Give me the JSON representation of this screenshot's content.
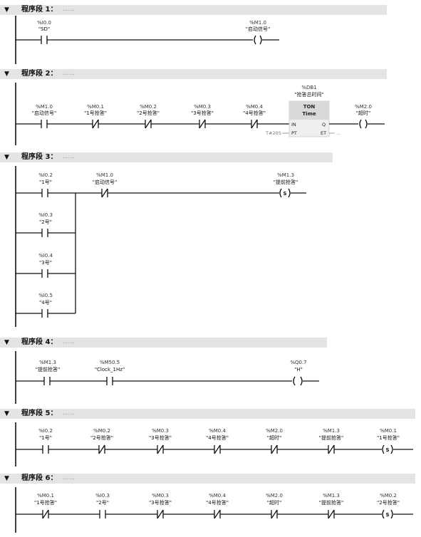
{
  "ui": {
    "collapse_icon": "triangle-down-icon",
    "colors": {
      "header_bg": "#e4e4e4",
      "ton_box_bg": "#d9d9d9",
      "wire": "#111111"
    }
  },
  "networks": [
    {
      "title": "程序段 1：",
      "comment": "......",
      "c1_addr": "%I0.0",
      "c1_name": "\"SD\"",
      "coil_addr": "%M1.0",
      "coil_name": "\"启动信号\""
    },
    {
      "title": "程序段 2：",
      "comment": "......",
      "c1_addr": "%M1.0",
      "c1_name": "\"启动信号\"",
      "c2_addr": "%M0.1",
      "c2_name": "\"1号抢答\"",
      "c3_addr": "%M0.2",
      "c3_name": "\"2号抢答\"",
      "c4_addr": "%M0.3",
      "c4_name": "\"3号抢答\"",
      "c5_addr": "%M0.4",
      "c5_name": "\"4号抢答\"",
      "timer_db": "%DB1",
      "timer_name": "\"抢答总时间\"",
      "timer_type": "TON",
      "timer_sub": "Time",
      "pin_in": "IN",
      "pin_q": "Q",
      "pin_pt": "PT",
      "pin_et": "ET",
      "pt_value": "T#20S",
      "et_value": "...",
      "coil_addr": "%M2.0",
      "coil_name": "\"超时\""
    },
    {
      "title": "程序段 3：",
      "comment": "......",
      "c1_addr": "%I0.2",
      "c1_name": "\"1号\"",
      "c2_addr": "%I0.3",
      "c2_name": "\"2号\"",
      "c3_addr": "%I0.4",
      "c3_name": "\"3号\"",
      "c4_addr": "%I0.5",
      "c4_name": "\"4号\"",
      "c5_addr": "%M1.0",
      "c5_name": "\"启动信号\"",
      "coil_addr": "%M1.3",
      "coil_name": "\"提前抢答\"",
      "coil_mark": "S"
    },
    {
      "title": "程序段 4：",
      "comment": "......",
      "c1_addr": "%M1.3",
      "c1_name": "\"提前抢答\"",
      "c2_addr": "%M50.5",
      "c2_name": "\"Clock_1Hz\"",
      "coil_addr": "%Q0.7",
      "coil_name": "\"H\""
    },
    {
      "title": "程序段 5：",
      "comment": "......",
      "c1_addr": "%I0.2",
      "c1_name": "\"1号\"",
      "c2_addr": "%M0.2",
      "c2_name": "\"2号抢答\"",
      "c3_addr": "%M0.3",
      "c3_name": "\"3号抢答\"",
      "c4_addr": "%M0.4",
      "c4_name": "\"4号抢答\"",
      "c5_addr": "%M2.0",
      "c5_name": "\"超时\"",
      "c6_addr": "%M1.3",
      "c6_name": "\"提前抢答\"",
      "coil_addr": "%M0.1",
      "coil_name": "\"1号抢答\"",
      "coil_mark": "S"
    },
    {
      "title": "程序段 6：",
      "comment": "......",
      "c1_addr": "%M0.1",
      "c1_name": "\"1号抢答\"",
      "c2_addr": "%I0.3",
      "c2_name": "\"2号\"",
      "c3_addr": "%M0.3",
      "c3_name": "\"3号抢答\"",
      "c4_addr": "%M0.4",
      "c4_name": "\"4号抢答\"",
      "c5_addr": "%M2.0",
      "c5_name": "\"超时\"",
      "c6_addr": "%M1.3",
      "c6_name": "\"提前抢答\"",
      "coil_addr": "%M0.2",
      "coil_name": "\"2号抢答\"",
      "coil_mark": "S"
    }
  ]
}
